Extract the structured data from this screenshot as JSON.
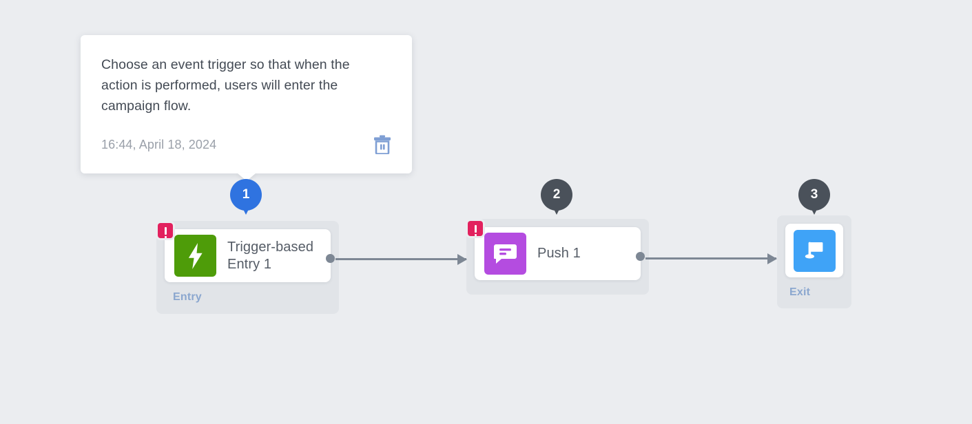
{
  "canvas": {
    "background_color": "#ebedf0"
  },
  "tooltip": {
    "text": "Choose an event trigger so that when the action is performed, users will enter the campaign flow.",
    "timestamp": "16:44, April 18, 2024",
    "delete_icon": "trash-icon",
    "delete_icon_color": "#7f9fd4",
    "background_color": "#ffffff"
  },
  "steps": [
    {
      "number": "1",
      "color": "#2f73e0"
    },
    {
      "number": "2",
      "color": "#4a515a"
    },
    {
      "number": "3",
      "color": "#4a515a"
    }
  ],
  "nodes": [
    {
      "title": "Trigger-based Entry 1",
      "footer_label": "Entry",
      "icon": "lightning-bolt-icon",
      "icon_color": "#4e9c09",
      "has_error": true,
      "error_icon": "error-exclamation-icon",
      "error_color": "#e2215e"
    },
    {
      "title": "Push 1",
      "footer_label": "",
      "icon": "push-message-icon",
      "icon_color": "#b44ce0",
      "has_error": true,
      "error_icon": "error-exclamation-icon",
      "error_color": "#e2215e"
    },
    {
      "title": "",
      "footer_label": "Exit",
      "icon": "flag-icon",
      "icon_color": "#3fa3f7",
      "has_error": false,
      "error_icon": "",
      "error_color": ""
    }
  ],
  "connectors": [
    {
      "from": "Trigger-based Entry 1",
      "to": "Push 1"
    },
    {
      "from": "Push 1",
      "to": "Exit"
    }
  ],
  "colors": {
    "connector": "#7d8794",
    "node_frame": "#e1e4e8",
    "footer_label": "#8ba7cf",
    "node_title": "#555c66"
  }
}
